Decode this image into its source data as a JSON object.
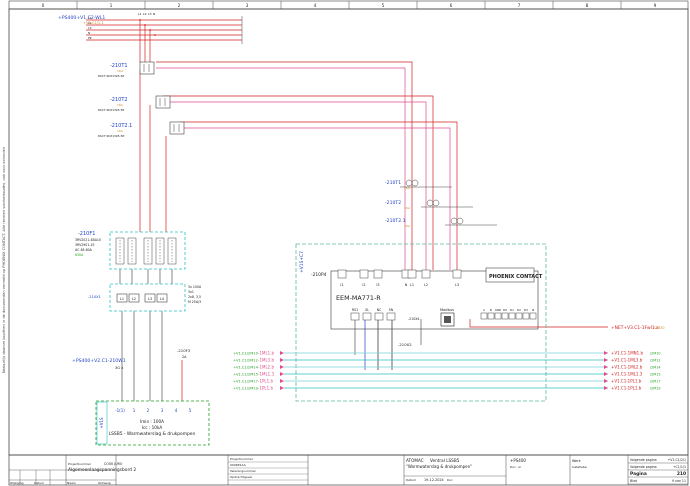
{
  "colors": {
    "red": "#d22020",
    "pink": "#e04c8c",
    "blue": "#1f3fc4",
    "cyan": "#2cc1c8",
    "green": "#22a022",
    "greenDash": "#5fb89a",
    "frame": "#444444",
    "text": "#222222",
    "orange": "#d08a2a"
  },
  "ruler": {
    "cols": [
      "0",
      "1",
      "2",
      "3",
      "4",
      "5",
      "6",
      "7",
      "8",
      "9"
    ]
  },
  "side_note": "Natuurlijk daarom kopiëren in de documenten vermeld op PHOENIX CONTACT. Alle rechten voorbehouden, ook voor octrooien",
  "busbar": {
    "ref": "+PS400+V1.C2-WL1",
    "sub": "+V1.C1/1.1",
    "rows": [
      "L1",
      "L2",
      "L3",
      "N",
      "PE"
    ],
    "taps": [
      "L1",
      "L2",
      "L3",
      "N"
    ]
  },
  "breakers": [
    {
      "ref": "-210T1",
      "info": "16A",
      "type": "PACT RCP-D95-5P"
    },
    {
      "ref": "-210T2",
      "info": "16A",
      "type": "PACT RCP-D95-5P"
    },
    {
      "ref": "-210T2.1",
      "info": "16A",
      "type": "PACT RCP-D95-5P"
    }
  ],
  "ct_labels": [
    {
      "ref": "-210T1",
      "info": "16A"
    },
    {
      "ref": "-210T2",
      "info": "16A"
    },
    {
      "ref": "-210T2.1",
      "info": "16A"
    }
  ],
  "main_switch": {
    "ref": "-210F1",
    "lines": [
      "3RV2021-4BA10",
      "3RV2901-1E",
      "AC 48-60A",
      "630A"
    ]
  },
  "terminal_block": {
    "ref": "-210X1",
    "cells": [
      "L1",
      "L2",
      "L3",
      "L4"
    ],
    "notes": [
      "3x 100A",
      "3x1",
      "2x8, 3,5",
      "M 25A/3"
    ]
  },
  "meter": {
    "box": "+V1S+C7",
    "ref": "-210P4",
    "model": "EEM-MA771-R",
    "logo": "PHOENIX CONTACT",
    "ports": [
      "I1",
      "I2",
      "I3",
      "N",
      "L1",
      "L2",
      "L3"
    ],
    "modbus": "Modbus",
    "io": [
      "RS1",
      "SL",
      "NC",
      "SN"
    ],
    "bottom": [
      "A",
      "B",
      "GND",
      "D0",
      "D1",
      "D2",
      "D3",
      "I4"
    ],
    "ref2": "-210X2",
    "extra": "-210X4"
  },
  "feeder": {
    "ref": "+PS400+V2.C1-210W1",
    "cable": "3G x"
  },
  "fuse": {
    "ref": "-210F3",
    "val": "2A"
  },
  "signals_left": [
    {
      "sig": "+V1.C1/2M10",
      "ref": "-1ML1.b"
    },
    {
      "sig": "+V1.C1/2M12",
      "ref": "-1ML3.b"
    },
    {
      "sig": "+V1.C1/2M14",
      "ref": "-1ML2.b"
    },
    {
      "sig": "+V1.C1/2M15",
      "ref": "-1ML1.3"
    },
    {
      "sig": "+V1.C1/2M17",
      "ref": "-1PL1.b"
    },
    {
      "sig": "+V1.C1/2M19",
      "ref": "-1PL1.b"
    }
  ],
  "signals_right": [
    {
      "ref": "+V1.C1-1MN1.b",
      "sig": "/2M10"
    },
    {
      "ref": "+V1.C1-1ML3.b",
      "sig": "/2M12"
    },
    {
      "ref": "+V1.C1-1ML2.b",
      "sig": "/2M14"
    },
    {
      "ref": "+V1.C1-1ML1.3",
      "sig": "/2M15"
    },
    {
      "ref": "+V1.C1-1PL1.b",
      "sig": "/2M17"
    },
    {
      "ref": "+V1.C1-1PL1.b",
      "sig": "/2M19"
    }
  ],
  "net_out": {
    "ref": "+NET+V3.C1-1Fwl1.a",
    "sig": "/2M20"
  },
  "device": {
    "ref": "+V1S",
    "nums": [
      "-1(1)",
      "1",
      "2",
      "3",
      "4",
      "5"
    ],
    "lines": [
      "Imin : 100A",
      "Icc : 10kA",
      "LSSB5 - Warmwaterslag & drukpompen"
    ]
  },
  "title_block": {
    "c1": [
      "Wijziging",
      "Datum",
      "Naam",
      "Ontwerp"
    ],
    "project": [
      "Projectnummer",
      "Algemeenlaagspanningsbord 2"
    ],
    "code": "COOK JURO",
    "c3": [
      "Projectnummer",
      "000RP1AA",
      "Tekeningnummer",
      "Opdrachtgever"
    ],
    "c4": [
      "ATOMAC",
      "Ventral LSSB5",
      "\"Warmwaterslag & drukpompen\"",
      "Datum",
      "19-12-2024",
      "Doc"
    ],
    "c5": [
      "+PS400",
      "Doc. nr."
    ],
    "c6": [
      "Werk",
      "Installatie"
    ],
    "pages": [
      [
        "Volgende pagina",
        "+V1.C1/2/1"
      ],
      [
        "Volgende pagina",
        "+C1/1/1"
      ],
      [
        "Pagina",
        "210"
      ],
      [
        "Blad",
        "9 van 11"
      ]
    ]
  }
}
